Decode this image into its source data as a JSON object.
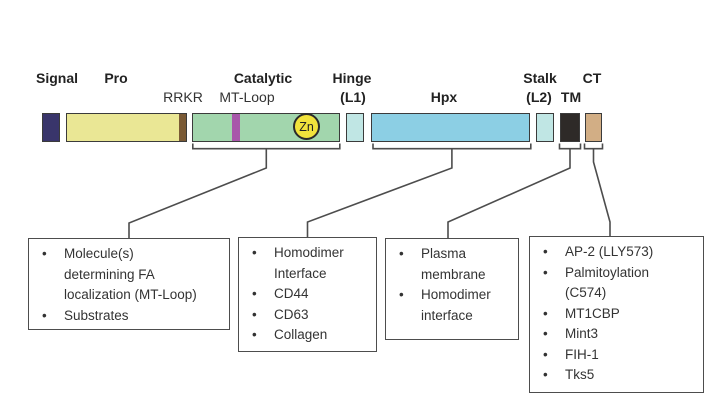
{
  "figure_labels": {
    "signal": "Signal",
    "pro": "Pro",
    "rrkr": "RRKR",
    "catalytic": "Catalytic",
    "mt_loop": "MT-Loop",
    "hinge": "Hinge",
    "l1": "(L1)",
    "hpx": "Hpx",
    "stalk": "Stalk",
    "l2": "(L2)",
    "tm": "TM",
    "ct": "CT",
    "zn": "Zn"
  },
  "colors": {
    "signal": "#39356b",
    "pro": "#eae795",
    "pro_band": "#7a5a35",
    "catalytic": "#a2d6ad",
    "mt_loop_band": "#a858aa",
    "zn_fill": "#f2e33c",
    "hinge": "#c0e6e4",
    "hpx": "#8ccfe4",
    "stalk": "#c0e6e4",
    "tm": "#2e2a28",
    "ct": "#d2ae85"
  },
  "annotation_boxes": [
    {
      "items": [
        "Molecule(s)\ndetermining FA\nlocalization (MT-Loop)",
        "Substrates"
      ]
    },
    {
      "items": [
        "Homodimer\nInterface",
        "CD44",
        "CD63",
        "Collagen"
      ]
    },
    {
      "items": [
        "Plasma\nmembrane",
        "Homodimer\ninterface"
      ]
    },
    {
      "items": [
        "AP-2 (LLY573)",
        "Palmitoylation\n(C574)",
        "MT1CBP",
        "Mint3",
        "FIH-1",
        "Tks5"
      ]
    }
  ]
}
